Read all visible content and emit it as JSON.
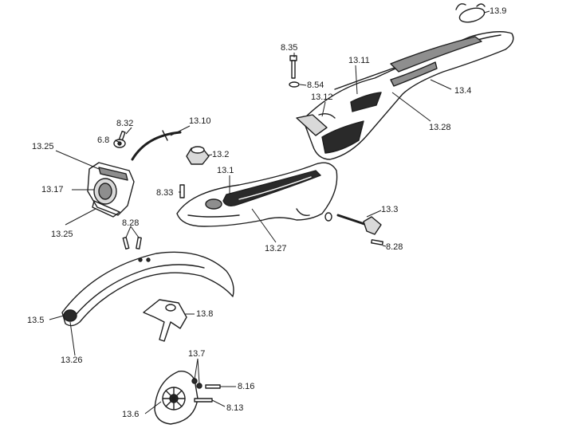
{
  "callouts": {
    "c_13_9": "13.9",
    "c_8_35": "8.35",
    "c_13_11": "13.11",
    "c_8_54": "8.54",
    "c_13_4": "13.4",
    "c_13_12": "13.12",
    "c_13_28": "13.28",
    "c_8_32": "8.32",
    "c_13_10": "13.10",
    "c_6_8": "6.8",
    "c_13_2": "13.2",
    "c_13_25_top": "13.25",
    "c_13_1": "13.1",
    "c_13_17": "13.17",
    "c_8_33": "8.33",
    "c_13_3": "13.3",
    "c_8_28_left": "8.28",
    "c_13_25_bottom": "13.25",
    "c_8_28_right": "8.28",
    "c_13_27": "13.27",
    "c_13_8": "13.8",
    "c_13_5": "13.5",
    "c_13_26": "13.26",
    "c_13_7": "13.7",
    "c_8_16": "8.16",
    "c_8_13": "8.13",
    "c_13_6": "13.6"
  }
}
